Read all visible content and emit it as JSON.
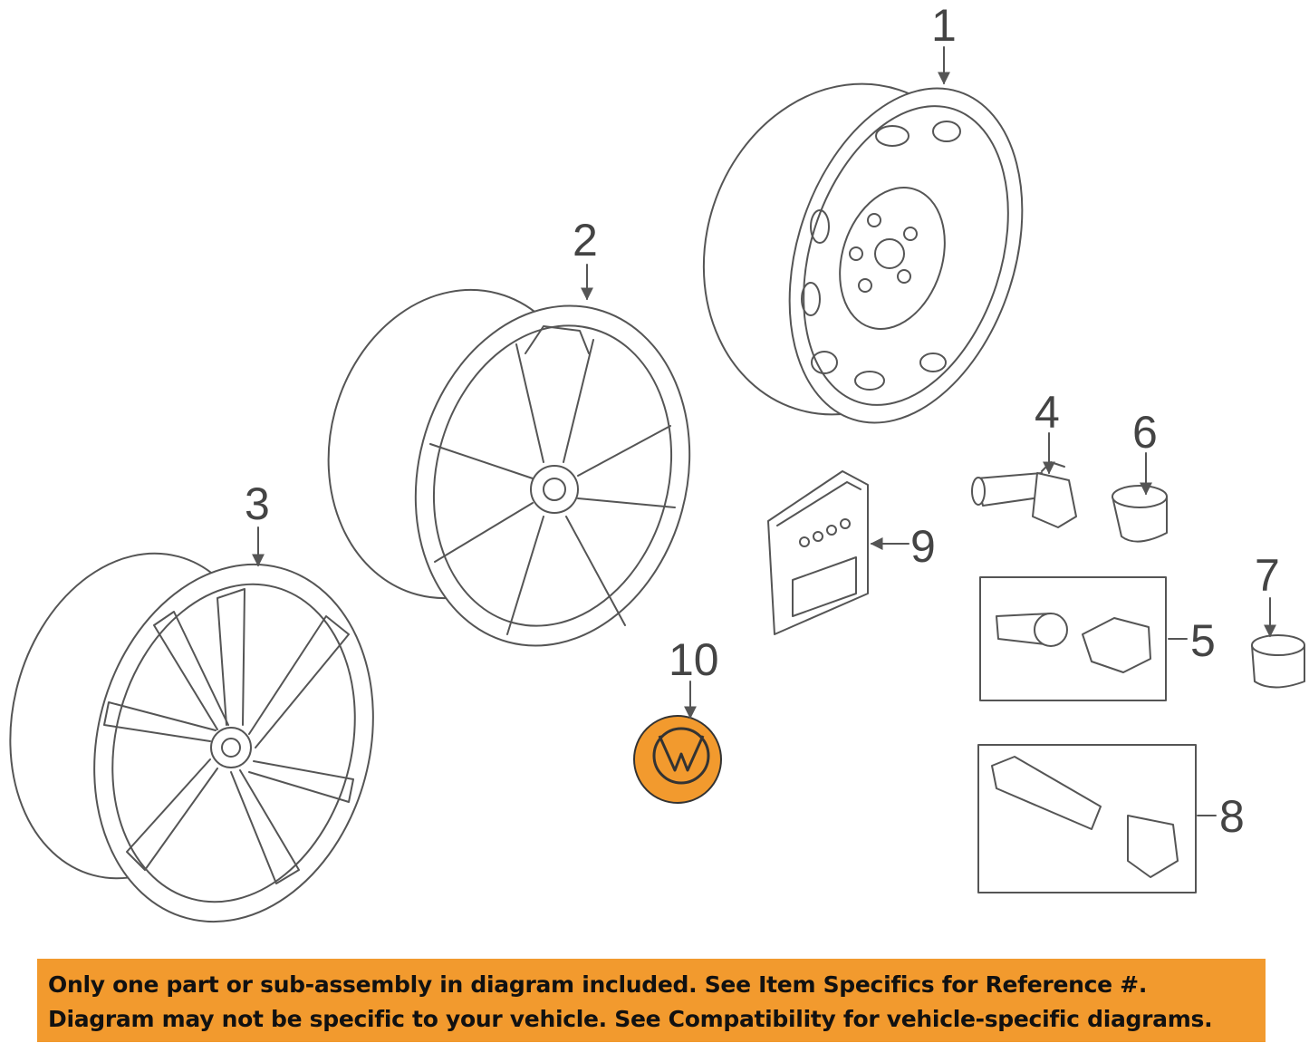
{
  "colors": {
    "line": "#555555",
    "highlight_part": "#F29A2E",
    "banner_background": "#F29A2E",
    "banner_text": "#111111"
  },
  "diagram": {
    "callouts": [
      {
        "id": "1",
        "label": "1"
      },
      {
        "id": "2",
        "label": "2"
      },
      {
        "id": "3",
        "label": "3"
      },
      {
        "id": "4",
        "label": "4"
      },
      {
        "id": "5",
        "label": "5"
      },
      {
        "id": "6",
        "label": "6"
      },
      {
        "id": "7",
        "label": "7"
      },
      {
        "id": "8",
        "label": "8"
      },
      {
        "id": "9",
        "label": "9"
      },
      {
        "id": "10",
        "label": "10"
      }
    ],
    "highlighted_part": "10"
  },
  "banner": {
    "line1": "Only one part or sub-assembly in diagram included. See Item Specifics for Reference #.",
    "line2": "Diagram may not be specific to your vehicle. See Compatibility for vehicle-specific diagrams."
  }
}
